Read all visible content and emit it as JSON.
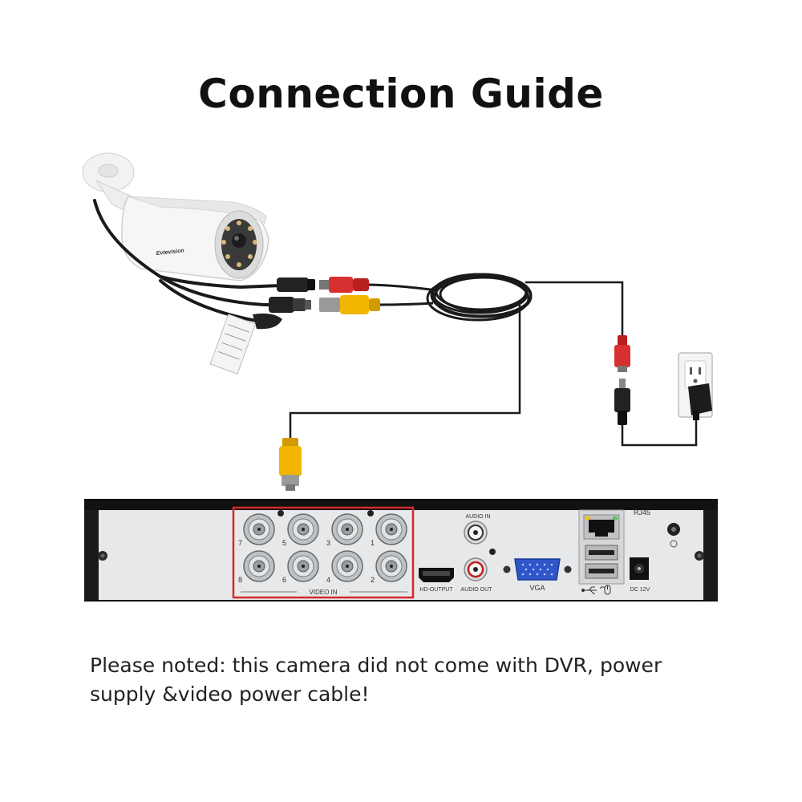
{
  "title": "Connection Guide",
  "camera": {
    "brand": "Evtevision"
  },
  "dvr": {
    "video_channels_top": [
      "7",
      "5",
      "3",
      "1"
    ],
    "video_channels_bottom": [
      "8",
      "6",
      "4",
      "2"
    ],
    "video_in_label": "VIDEO IN",
    "hd_output_label": "HD-OUTPUT",
    "audio_in_label": "AUDIO IN",
    "audio_out_label": "AUDIO OUT",
    "vga_label": "VGA",
    "rj45_label": "RJ45",
    "dc_label": "DC 12V"
  },
  "note": {
    "line1": "Please noted: this camera did not come with DVR, power",
    "line2": "supply &video power cable!"
  },
  "colors": {
    "highlight": "#d42a2a",
    "connector_yellow": "#f2b600",
    "connector_red": "#d83030",
    "cable": "#1a1a1a",
    "vga_blue": "#2f56c8"
  }
}
